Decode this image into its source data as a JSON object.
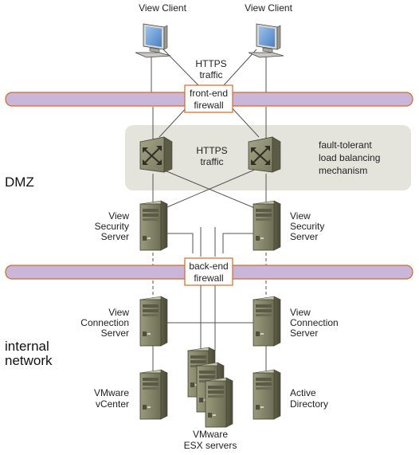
{
  "clients": {
    "left_label": "View Client",
    "right_label": "View Client"
  },
  "traffic_top": {
    "line1": "HTTPS",
    "line2": "traffic"
  },
  "traffic_dmz": {
    "line1": "HTTPS",
    "line2": "traffic"
  },
  "front_firewall": {
    "line1": "front-end",
    "line2": "firewall"
  },
  "back_firewall": {
    "line1": "back-end",
    "line2": "firewall"
  },
  "load_balancer": {
    "line1": "fault-tolerant",
    "line2": "load balancing",
    "line3": "mechanism"
  },
  "zones": {
    "dmz": "DMZ",
    "internal_line1": "internal",
    "internal_line2": "network"
  },
  "security_left": {
    "line1": "View",
    "line2": "Security",
    "line3": "Server"
  },
  "security_right": {
    "line1": "View",
    "line2": "Security",
    "line3": "Server"
  },
  "connection_left": {
    "line1": "View",
    "line2": "Connection",
    "line3": "Server"
  },
  "connection_right": {
    "line1": "View",
    "line2": "Connection",
    "line3": "Server"
  },
  "vcenter": {
    "line1": "VMware",
    "line2": "vCenter"
  },
  "active_directory": {
    "line1": "Active",
    "line2": "Directory"
  },
  "esx": {
    "line1": "VMware",
    "line2": "ESX servers"
  },
  "colors": {
    "firewall_band": "#c9b6d8",
    "firewall_border": "#d06a2a",
    "dmz_box": "#e4e4dd",
    "server_body": "#8a8a6e",
    "monitor_screen": "#6fa0d8"
  }
}
